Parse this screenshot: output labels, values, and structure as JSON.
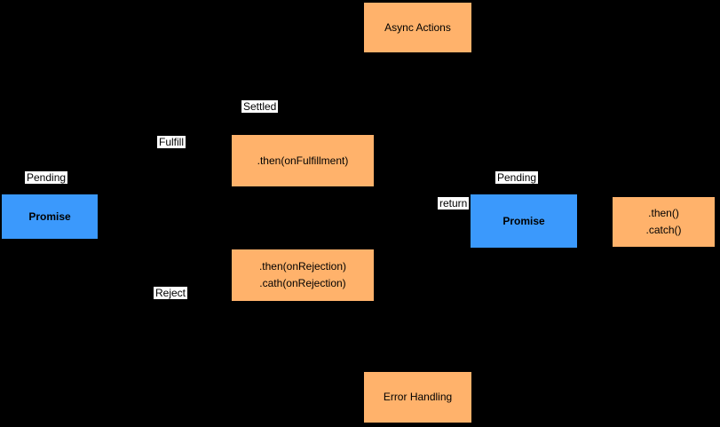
{
  "colors": {
    "background": "#000000",
    "node_orange": "#FFB26B",
    "node_blue": "#3B99FC",
    "label_background": "#FFFFFF",
    "text": "#000000"
  },
  "nodes": {
    "async_actions": {
      "label": "Async Actions"
    },
    "then_fulfillment": {
      "label": ".then(onFulfillment)"
    },
    "then_rejection": {
      "line1": ".then(onRejection)",
      "line2": ".cath(onRejection)"
    },
    "promise_left": {
      "label": "Promise"
    },
    "promise_right": {
      "label": "Promise"
    },
    "then_catch": {
      "line1": ".then()",
      "line2": ".catch()"
    },
    "error_handling": {
      "label": "Error Handling"
    }
  },
  "edge_labels": {
    "pending_left": "Pending",
    "fulfill": "Fulfill",
    "settled": "Settled",
    "reject": "Reject",
    "return_label": "return",
    "pending_right": "Pending"
  }
}
